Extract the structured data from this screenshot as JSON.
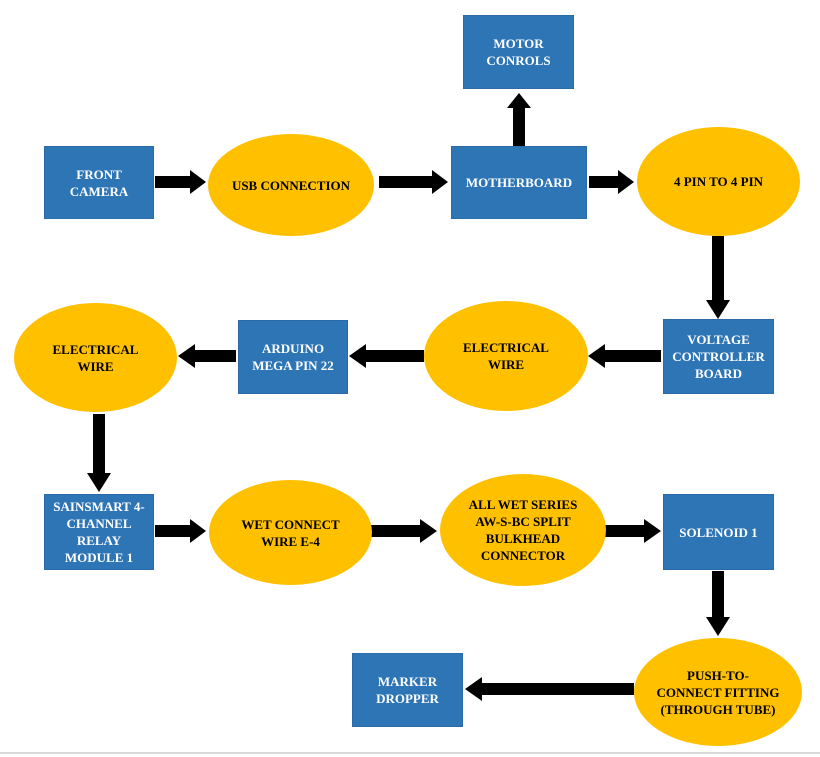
{
  "colors": {
    "rect_fill": "#2E75B6",
    "rect_text": "#FFFFFF",
    "ellipse_fill": "#FFC000",
    "ellipse_text": "#000000",
    "arrow": "#000000"
  },
  "nodes": {
    "front_camera": "FRONT\nCAMERA",
    "usb_connection": "USB CONNECTION",
    "motherboard": "MOTHERBOARD",
    "motor_controls": "MOTOR\nCONROLS",
    "four_pin": "4 PIN TO 4 PIN",
    "voltage_controller": "VOLTAGE\nCONTROLLER\nBOARD",
    "electrical_wire_mid": "ELECTRICAL\nWIRE",
    "arduino": "ARDUINO\nMEGA PIN 22",
    "electrical_wire_left": "ELECTRICAL\nWIRE",
    "sainsmart": "SAINSMART 4-\nCHANNEL\nRELAY\nMODULE 1",
    "wet_connect": "WET CONNECT\nWIRE E-4",
    "all_wet": "ALL WET SERIES\nAW-S-BC SPLIT\nBULKHEAD\nCONNECTOR",
    "solenoid": "SOLENOID 1",
    "push_to_connect": "PUSH-TO-\nCONNECT FITTING\n(THROUGH TUBE)",
    "marker_dropper": "MARKER\nDROPPER"
  }
}
